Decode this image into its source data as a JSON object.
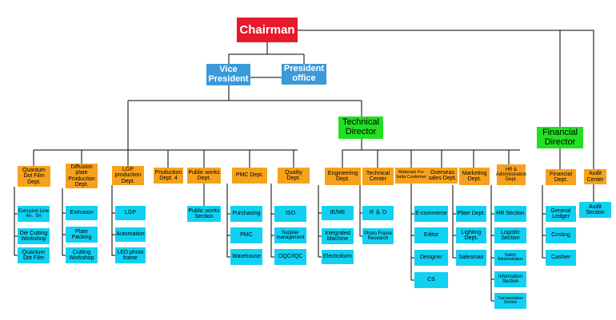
{
  "chairman": "Chairman",
  "vice_president": "Vice President",
  "president_office": "President office",
  "technical_director": "Technical Director",
  "financial_director": "Financial Director",
  "departments": {
    "quantum_dot": "Quantum Dot Film Dept.",
    "diffusion_plate": "Diffusion plate Production Dept.",
    "lgp_production": "LGP production Dept.",
    "production_4": "Production Dept. 4",
    "public_works": "Public works Dept.",
    "pmc": "PMC Dept.",
    "quality": "Quality Dept.",
    "engineering": "Engineering Dept.",
    "technical_center": "Technical Center",
    "overseas_sales": "Overseas sales Dept.",
    "materials_india": "Materials For India Customer",
    "marketing": "Marketing Dept.",
    "hr_admin": "HR & Administration Dept.",
    "financial": "Financial Dept.",
    "audit": "Audit Center"
  },
  "units": {
    "extrusion_line": "Extrusion Line 4#、5#",
    "die_cutting": "Die Cutting Workshop",
    "quantum_dot_film": "Quantum Dot Film",
    "extrusion": "Extrusion",
    "plate_packing": "Plate Packing",
    "cutting_workshop": "Cutting Workshop",
    "lgp": "LGP",
    "automation": "Automation",
    "led_photo_frame": "LED photo frame",
    "public_works_section": "Public works Section",
    "purchasing": "Purchasing",
    "pmc": "PMC",
    "warehouse": "Warehouse",
    "iso": "ISO",
    "supplier_management": "Supplier management",
    "oqc_iqc": "OQC/IQC",
    "ie_me": "IE/ME",
    "integrated_machine": "Integrated Machine",
    "electroform": "Electroform",
    "r_and_d": "R ＆ D",
    "photo_frame_research": "Photo Frame Research",
    "e_commerce": "E-commerce",
    "editor": "Editor",
    "designer": "Designer",
    "cs": "CS",
    "plate_dept": "Plate Dept.",
    "lighting_dept": "Lighting Dept.",
    "salesman": "Salesman",
    "hr_section": "HR Section",
    "logistic_section": "Logistic Section",
    "safety_administration": "Safety Administration",
    "information_section": "Information Section",
    "transportation_section": "Transportation Section",
    "general_ledger": "General Ledger",
    "costing": "Costing",
    "cashier": "Cashier",
    "audit_section": "Audit Section"
  }
}
